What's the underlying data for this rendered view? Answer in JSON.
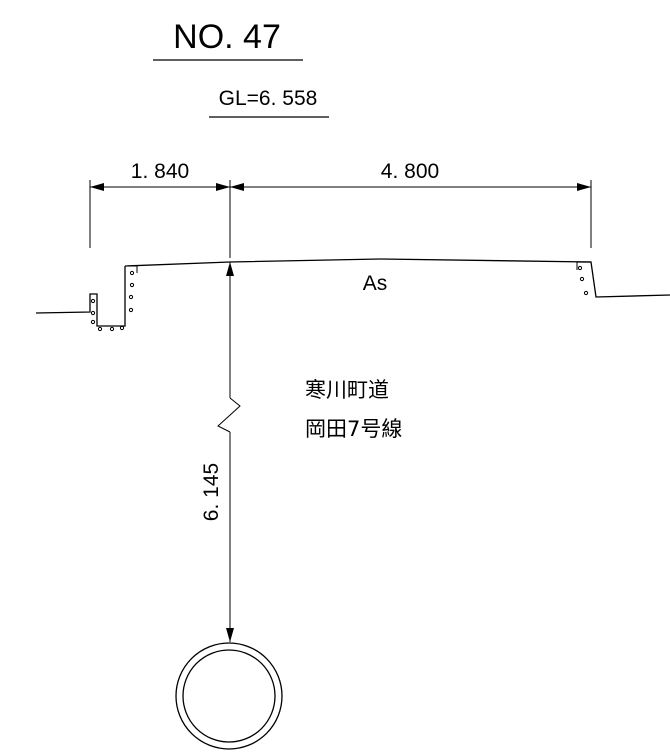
{
  "title": "NO. 47",
  "ground_level": "GL=6. 558",
  "dimensions": {
    "left_width": "1. 840",
    "right_width": "4. 800",
    "depth": "6. 145"
  },
  "surface_label": "As",
  "road_name": {
    "line1": "寒川町道",
    "line2": "岡田7号線"
  },
  "colors": {
    "ink": "#000000",
    "paper": "#ffffff"
  }
}
